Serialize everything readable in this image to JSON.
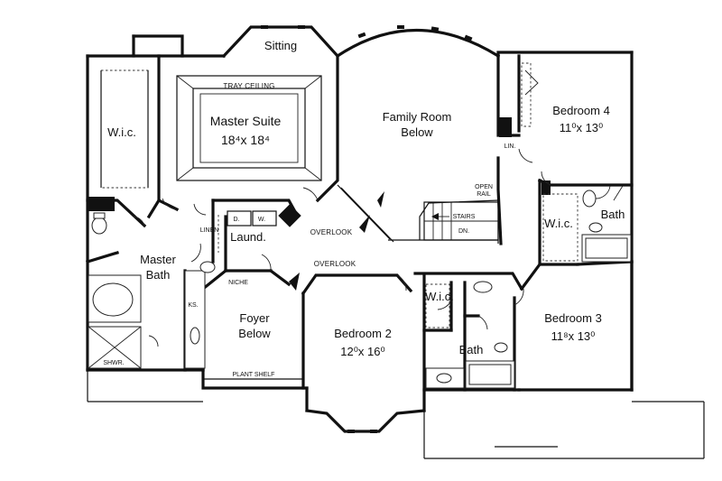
{
  "rooms": {
    "sitting": "Sitting",
    "tray_ceiling": "TRAY CEILING",
    "master_suite": "Master Suite",
    "master_suite_dim": "18⁴x 18⁴",
    "family_room": "Family Room",
    "family_room_sub": "Below",
    "bedroom4": "Bedroom 4",
    "bedroom4_dim": "11⁰x 13⁰",
    "lin": "LIN.",
    "wic_left": "W.i.c.",
    "open_rail_1": "OPEN",
    "open_rail_2": "RAIL",
    "stairs": "STAIRS",
    "dn": "DN.",
    "wic_right": "W.i.c.",
    "bath_right": "Bath",
    "linen": "LINEN",
    "d": "D.",
    "w": "W.",
    "laund": "Laund.",
    "overlook_1": "OVERLOOK",
    "overlook_2": "OVERLOOK",
    "master_bath_1": "Master",
    "master_bath_2": "Bath",
    "niche": "NICHE",
    "ks": "KS.",
    "foyer": "Foyer",
    "foyer_sub": "Below",
    "wic_mid": "W.i.c.",
    "bedroom2": "Bedroom 2",
    "bedroom2_dim": "12⁰x 16⁰",
    "bedroom3": "Bedroom 3",
    "bedroom3_dim": "11⁸x 13⁰",
    "bath_mid": "Bath",
    "shwr": "SHWR.",
    "plant_shelf": "PLANT SHELF"
  }
}
